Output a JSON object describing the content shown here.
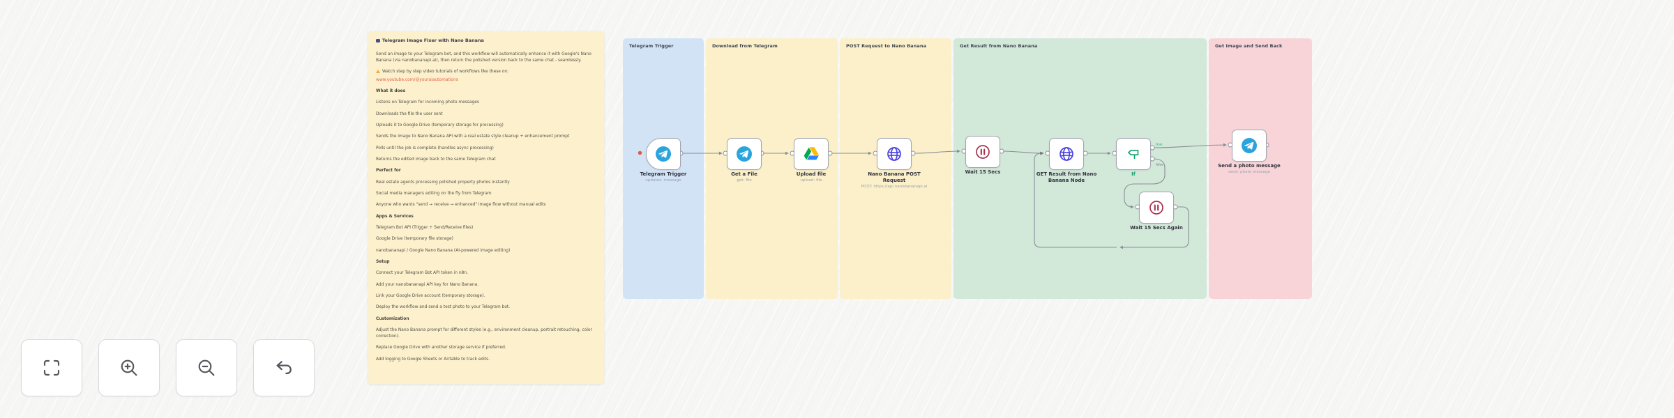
{
  "app": {
    "name": "n8n workflow canvas"
  },
  "colors": {
    "canvas_bg": "#f6f6f5",
    "note_bg": "#fcf1cc",
    "zone_blue": "#d2e3f5",
    "zone_yellow": "#fbf0ca",
    "zone_green": "#d2e8d9",
    "zone_pink": "#f8d4d9",
    "telegram_blue": "#2aa4dc",
    "http_indigo": "#4d44e0",
    "wait_crimson": "#a8314f",
    "if_green": "#11a06d",
    "link_red": "#e2604b",
    "wire_gray": "#8a8e94"
  },
  "note": {
    "lines": [
      {
        "kind": "title",
        "text": "Telegram Image Fixer with Nano Banana"
      },
      {
        "kind": "body",
        "text": "Send an image to your Telegram bot, and this workflow will automatically enhance it with Google's Nano Banana (via nanobananapi.ai), then return the polished version back to the same chat - seamlessly."
      },
      {
        "kind": "warn",
        "text": "Watch step by step video tutorials of workflows like these on:"
      },
      {
        "kind": "link",
        "text": "www.youtube.com/@youraiautomations"
      },
      {
        "kind": "heading",
        "text": "What it does"
      },
      {
        "kind": "body",
        "text": "Listens on Telegram for incoming photo messages"
      },
      {
        "kind": "body",
        "text": "Downloads the file the user sent"
      },
      {
        "kind": "body",
        "text": "Uploads it to Google Drive (temporary storage for processing)"
      },
      {
        "kind": "body",
        "text": "Sends the image to Nano Banana API with a real estate style cleanup + enhancement prompt"
      },
      {
        "kind": "body",
        "text": "Polls until the job is complete (handles async processing)"
      },
      {
        "kind": "body",
        "text": "Returns the edited image back to the same Telegram chat"
      },
      {
        "kind": "heading",
        "text": "Perfect for"
      },
      {
        "kind": "body",
        "text": "Real estate agents processing polished property photos instantly"
      },
      {
        "kind": "body",
        "text": "Social media managers editing on the fly from Telegram"
      },
      {
        "kind": "body",
        "text": "Anyone who wants \"send → receive → enhanced\" image flow without manual edits"
      },
      {
        "kind": "heading",
        "text": "Apps & Services"
      },
      {
        "kind": "body",
        "text": "Telegram Bot API (Trigger + Send/Receive files)"
      },
      {
        "kind": "body",
        "text": "Google Drive (temporary file storage)"
      },
      {
        "kind": "body",
        "text": "nanobananapi / Google Nano Banana (AI-powered image editing)"
      },
      {
        "kind": "heading",
        "text": "Setup"
      },
      {
        "kind": "body",
        "text": "Connect your Telegram Bot API token in n8n."
      },
      {
        "kind": "body",
        "text": "Add your nanobananapi API key for Nano Banana."
      },
      {
        "kind": "body",
        "text": "Link your Google Drive account (temporary storage)."
      },
      {
        "kind": "body",
        "text": "Deploy the workflow and send a test photo to your Telegram bot."
      },
      {
        "kind": "heading",
        "text": "Customization"
      },
      {
        "kind": "body",
        "text": "Adjust the Nano Banana prompt for different styles (e.g., environment cleanup, portrait retouching, color correction)."
      },
      {
        "kind": "body",
        "text": "Replace Google Drive with another storage service if preferred."
      },
      {
        "kind": "body",
        "text": "Add logging to Google Sheets or Airtable to track edits."
      }
    ]
  },
  "zones": [
    {
      "label": "Telegram Trigger",
      "color": "#d2e3f5"
    },
    {
      "label": "Download from Telegram",
      "color": "#fbf0ca"
    },
    {
      "label": "POST Request to Nano Banana",
      "color": "#fbf0ca"
    },
    {
      "label": "Get Result from Nano Banana",
      "color": "#d2e8d9"
    },
    {
      "label": "Get Image and Send Back",
      "color": "#f8d4d9"
    }
  ],
  "nodes": [
    {
      "name": "Telegram Trigger",
      "subtitle": "updates: message",
      "icon": "telegram-icon"
    },
    {
      "name": "Get a File",
      "subtitle": "get: file",
      "icon": "telegram-icon"
    },
    {
      "name": "Upload file",
      "subtitle": "upload: file",
      "icon": "google-drive-icon"
    },
    {
      "name": "Nano Banana POST Request",
      "subtitle": "POST: https://api.nanobananapi.ai",
      "icon": "http-request-icon"
    },
    {
      "name": "Wait 15 Secs",
      "subtitle": "",
      "icon": "wait-icon"
    },
    {
      "name": "GET Result from Nano Banana Node",
      "subtitle": "",
      "icon": "http-request-icon"
    },
    {
      "name": "If",
      "subtitle": "",
      "icon": "if-icon"
    },
    {
      "name": "Wait 15 Secs Again",
      "subtitle": "",
      "icon": "wait-icon"
    },
    {
      "name": "Send a photo message",
      "subtitle": "send: photo message",
      "icon": "telegram-icon"
    }
  ],
  "wire_labels": {
    "true_label": "true",
    "false_label": "false"
  },
  "toolbar": {
    "buttons": [
      {
        "name": "fit-view"
      },
      {
        "name": "zoom-in"
      },
      {
        "name": "zoom-out"
      },
      {
        "name": "undo"
      }
    ]
  }
}
